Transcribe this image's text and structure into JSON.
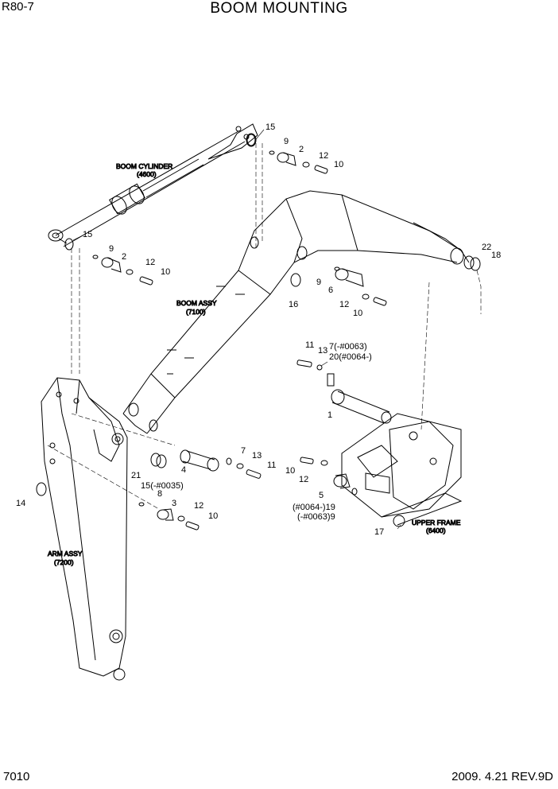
{
  "header": {
    "model": "R80-7",
    "title": "BOOM MOUNTING"
  },
  "footer": {
    "page": "7010",
    "date_rev": "2009. 4.21  REV.9D"
  },
  "assemblies": {
    "boom_cylinder": {
      "name": "BOOM CYLINDER",
      "code": "(4600)"
    },
    "boom_assy": {
      "name": "BOOM ASSY",
      "code": "(7100)"
    },
    "arm_assy": {
      "name": "ARM ASSY",
      "code": "(7200)"
    },
    "upper_frame": {
      "name": "UPPER FRAME",
      "code": "(6400)"
    }
  },
  "callouts": [
    {
      "id": "c15a",
      "text": "15"
    },
    {
      "id": "c9a",
      "text": "9"
    },
    {
      "id": "c2a",
      "text": "2"
    },
    {
      "id": "c12a",
      "text": "12"
    },
    {
      "id": "c10a",
      "text": "10"
    },
    {
      "id": "c15b",
      "text": "15"
    },
    {
      "id": "c9b",
      "text": "9"
    },
    {
      "id": "c2b",
      "text": "2"
    },
    {
      "id": "c12b",
      "text": "12"
    },
    {
      "id": "c10b",
      "text": "10"
    },
    {
      "id": "c22",
      "text": "22"
    },
    {
      "id": "c18",
      "text": "18"
    },
    {
      "id": "c9c",
      "text": "9"
    },
    {
      "id": "c6",
      "text": "6"
    },
    {
      "id": "c16",
      "text": "16"
    },
    {
      "id": "c12c",
      "text": "12"
    },
    {
      "id": "c10c",
      "text": "10"
    },
    {
      "id": "c11a",
      "text": "11"
    },
    {
      "id": "c13a",
      "text": "13"
    },
    {
      "id": "c7a",
      "text": "7(-#0063)"
    },
    {
      "id": "c20",
      "text": "20(#0064-)"
    },
    {
      "id": "c1",
      "text": "1"
    },
    {
      "id": "c4",
      "text": "4"
    },
    {
      "id": "c7b",
      "text": "7"
    },
    {
      "id": "c13b",
      "text": "13"
    },
    {
      "id": "c11b",
      "text": "11"
    },
    {
      "id": "c21",
      "text": "21"
    },
    {
      "id": "c15c",
      "text": "15(-#0035)"
    },
    {
      "id": "c8",
      "text": "8"
    },
    {
      "id": "c3",
      "text": "3"
    },
    {
      "id": "c12d",
      "text": "12"
    },
    {
      "id": "c10d",
      "text": "10"
    },
    {
      "id": "c14",
      "text": "14"
    },
    {
      "id": "c10e",
      "text": "10"
    },
    {
      "id": "c12e",
      "text": "12"
    },
    {
      "id": "c5",
      "text": "5"
    },
    {
      "id": "c19",
      "text": "(#0064-)19"
    },
    {
      "id": "c9d",
      "text": "(-#0063)9"
    },
    {
      "id": "c17",
      "text": "17"
    }
  ]
}
